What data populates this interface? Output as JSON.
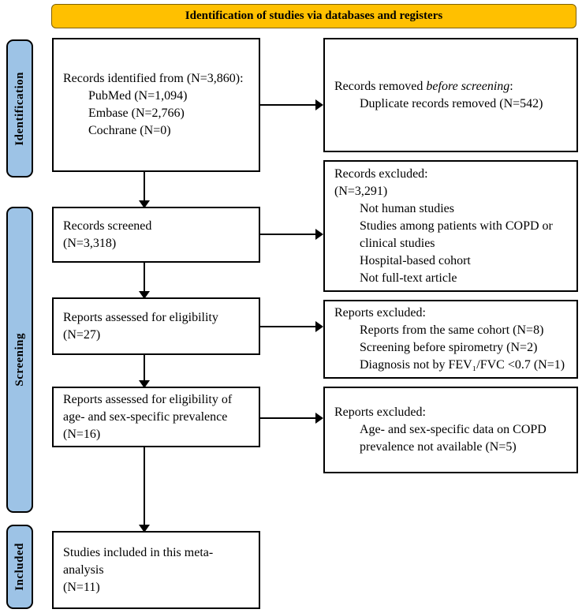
{
  "banner": {
    "title": "Identification of studies via databases and registers"
  },
  "sidebar": {
    "stages": [
      {
        "id": "identification",
        "label": "Identification"
      },
      {
        "id": "screening",
        "label": "Screening"
      },
      {
        "id": "included",
        "label": "Included"
      }
    ]
  },
  "boxes": {
    "records_identified": {
      "title": "Records identified from (N=3,860):",
      "items": [
        "PubMed (N=1,094)",
        "Embase (N=2,766)",
        "Cochrane (N=0)"
      ]
    },
    "records_removed": {
      "title_prefix": "Records removed ",
      "title_italic": "before screening",
      "title_suffix": ":",
      "items": [
        "Duplicate records removed (N=542)"
      ]
    },
    "records_screened": {
      "line1": "Records screened",
      "line2": "(N=3,318)"
    },
    "records_excluded": {
      "title": "Records excluded:",
      "subtitle": "(N=3,291)",
      "items": [
        "Not human studies",
        "Studies among patients with COPD or clinical studies",
        "Hospital-based cohort",
        "Not full-text article"
      ]
    },
    "reports_assessed": {
      "line1": "Reports assessed for eligibility",
      "line2": "(N=27)"
    },
    "reports_excluded_eligibility": {
      "title": "Reports excluded:",
      "items": [
        "Reports from the same cohort (N=8)",
        "Screening before spirometry (N=2)",
        "Diagnosis not by FEV₁/FVC <0.7 (N=1)"
      ]
    },
    "reports_assessed_age_sex": {
      "line1": "Reports assessed for eligibility of",
      "line2": "age- and sex-specific prevalence",
      "line3": "(N=16)"
    },
    "reports_excluded_age_sex": {
      "title": "Reports excluded:",
      "items": [
        "Age- and sex-specific data on COPD prevalence not available (N=5)"
      ]
    },
    "studies_included": {
      "line1": "Studies included in this meta-",
      "line2": "analysis",
      "line3": "(N=11)"
    }
  },
  "colors": {
    "banner_fill": "#FFC000",
    "stage_fill": "#9DC3E6",
    "box_border": "#000000",
    "arrow": "#000000"
  }
}
